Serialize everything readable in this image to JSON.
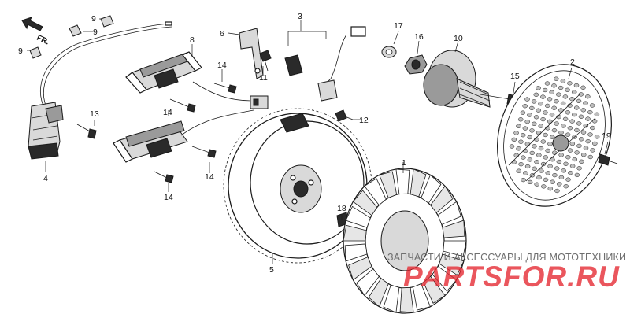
{
  "direction_label": "FR.",
  "callouts": [
    "1",
    "2",
    "3",
    "4",
    "5",
    "6",
    "8",
    "9",
    "9",
    "9",
    "10",
    "11",
    "12",
    "13",
    "14",
    "14",
    "14",
    "14",
    "15",
    "16",
    "17",
    "18",
    "19"
  ],
  "watermark": {
    "line1": "ЗАПЧАСТИ И АКСЕССУАРЫ ДЛЯ МОТОТЕХНИКИ",
    "line2": "PARTSFOR.RU"
  }
}
